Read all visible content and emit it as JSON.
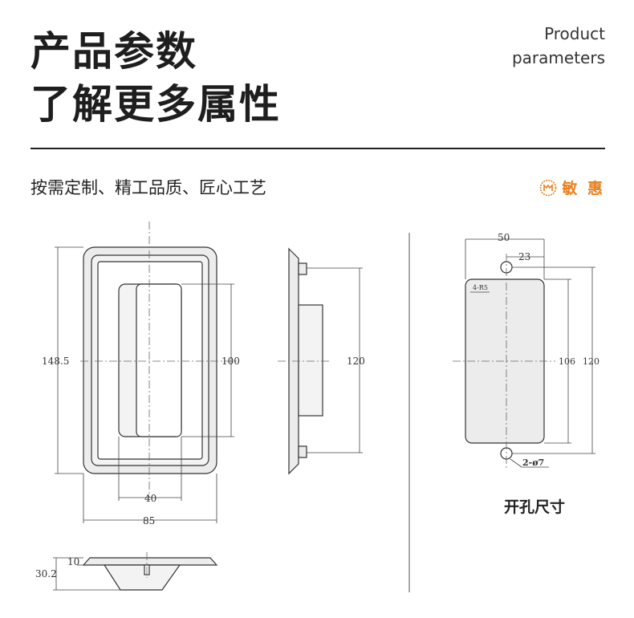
{
  "header": {
    "title_line1": "产品参数",
    "title_line2": "了解更多属性",
    "en_line1": "Product",
    "en_line2": "parameters"
  },
  "subtitle": "按需定制、精工品质、匠心工艺",
  "brand": {
    "name": "敏 惠",
    "logo_icon": "brand-logo-icon",
    "color": "#e8801e"
  },
  "front_view": {
    "height_label": "148.5",
    "inner_height_label": "100",
    "inner_width_label": "40",
    "width_label": "85"
  },
  "side_view": {
    "height_label": "120"
  },
  "bottom_view": {
    "depth_label": "10",
    "total_depth_label": "30.2"
  },
  "cutout": {
    "width_label": "50",
    "hole_offset_label": "23",
    "corner_label": "4-R5",
    "height_label": "106",
    "hole_spacing_label": "120",
    "hole_label": "2-ø7",
    "caption": "开孔尺寸"
  }
}
